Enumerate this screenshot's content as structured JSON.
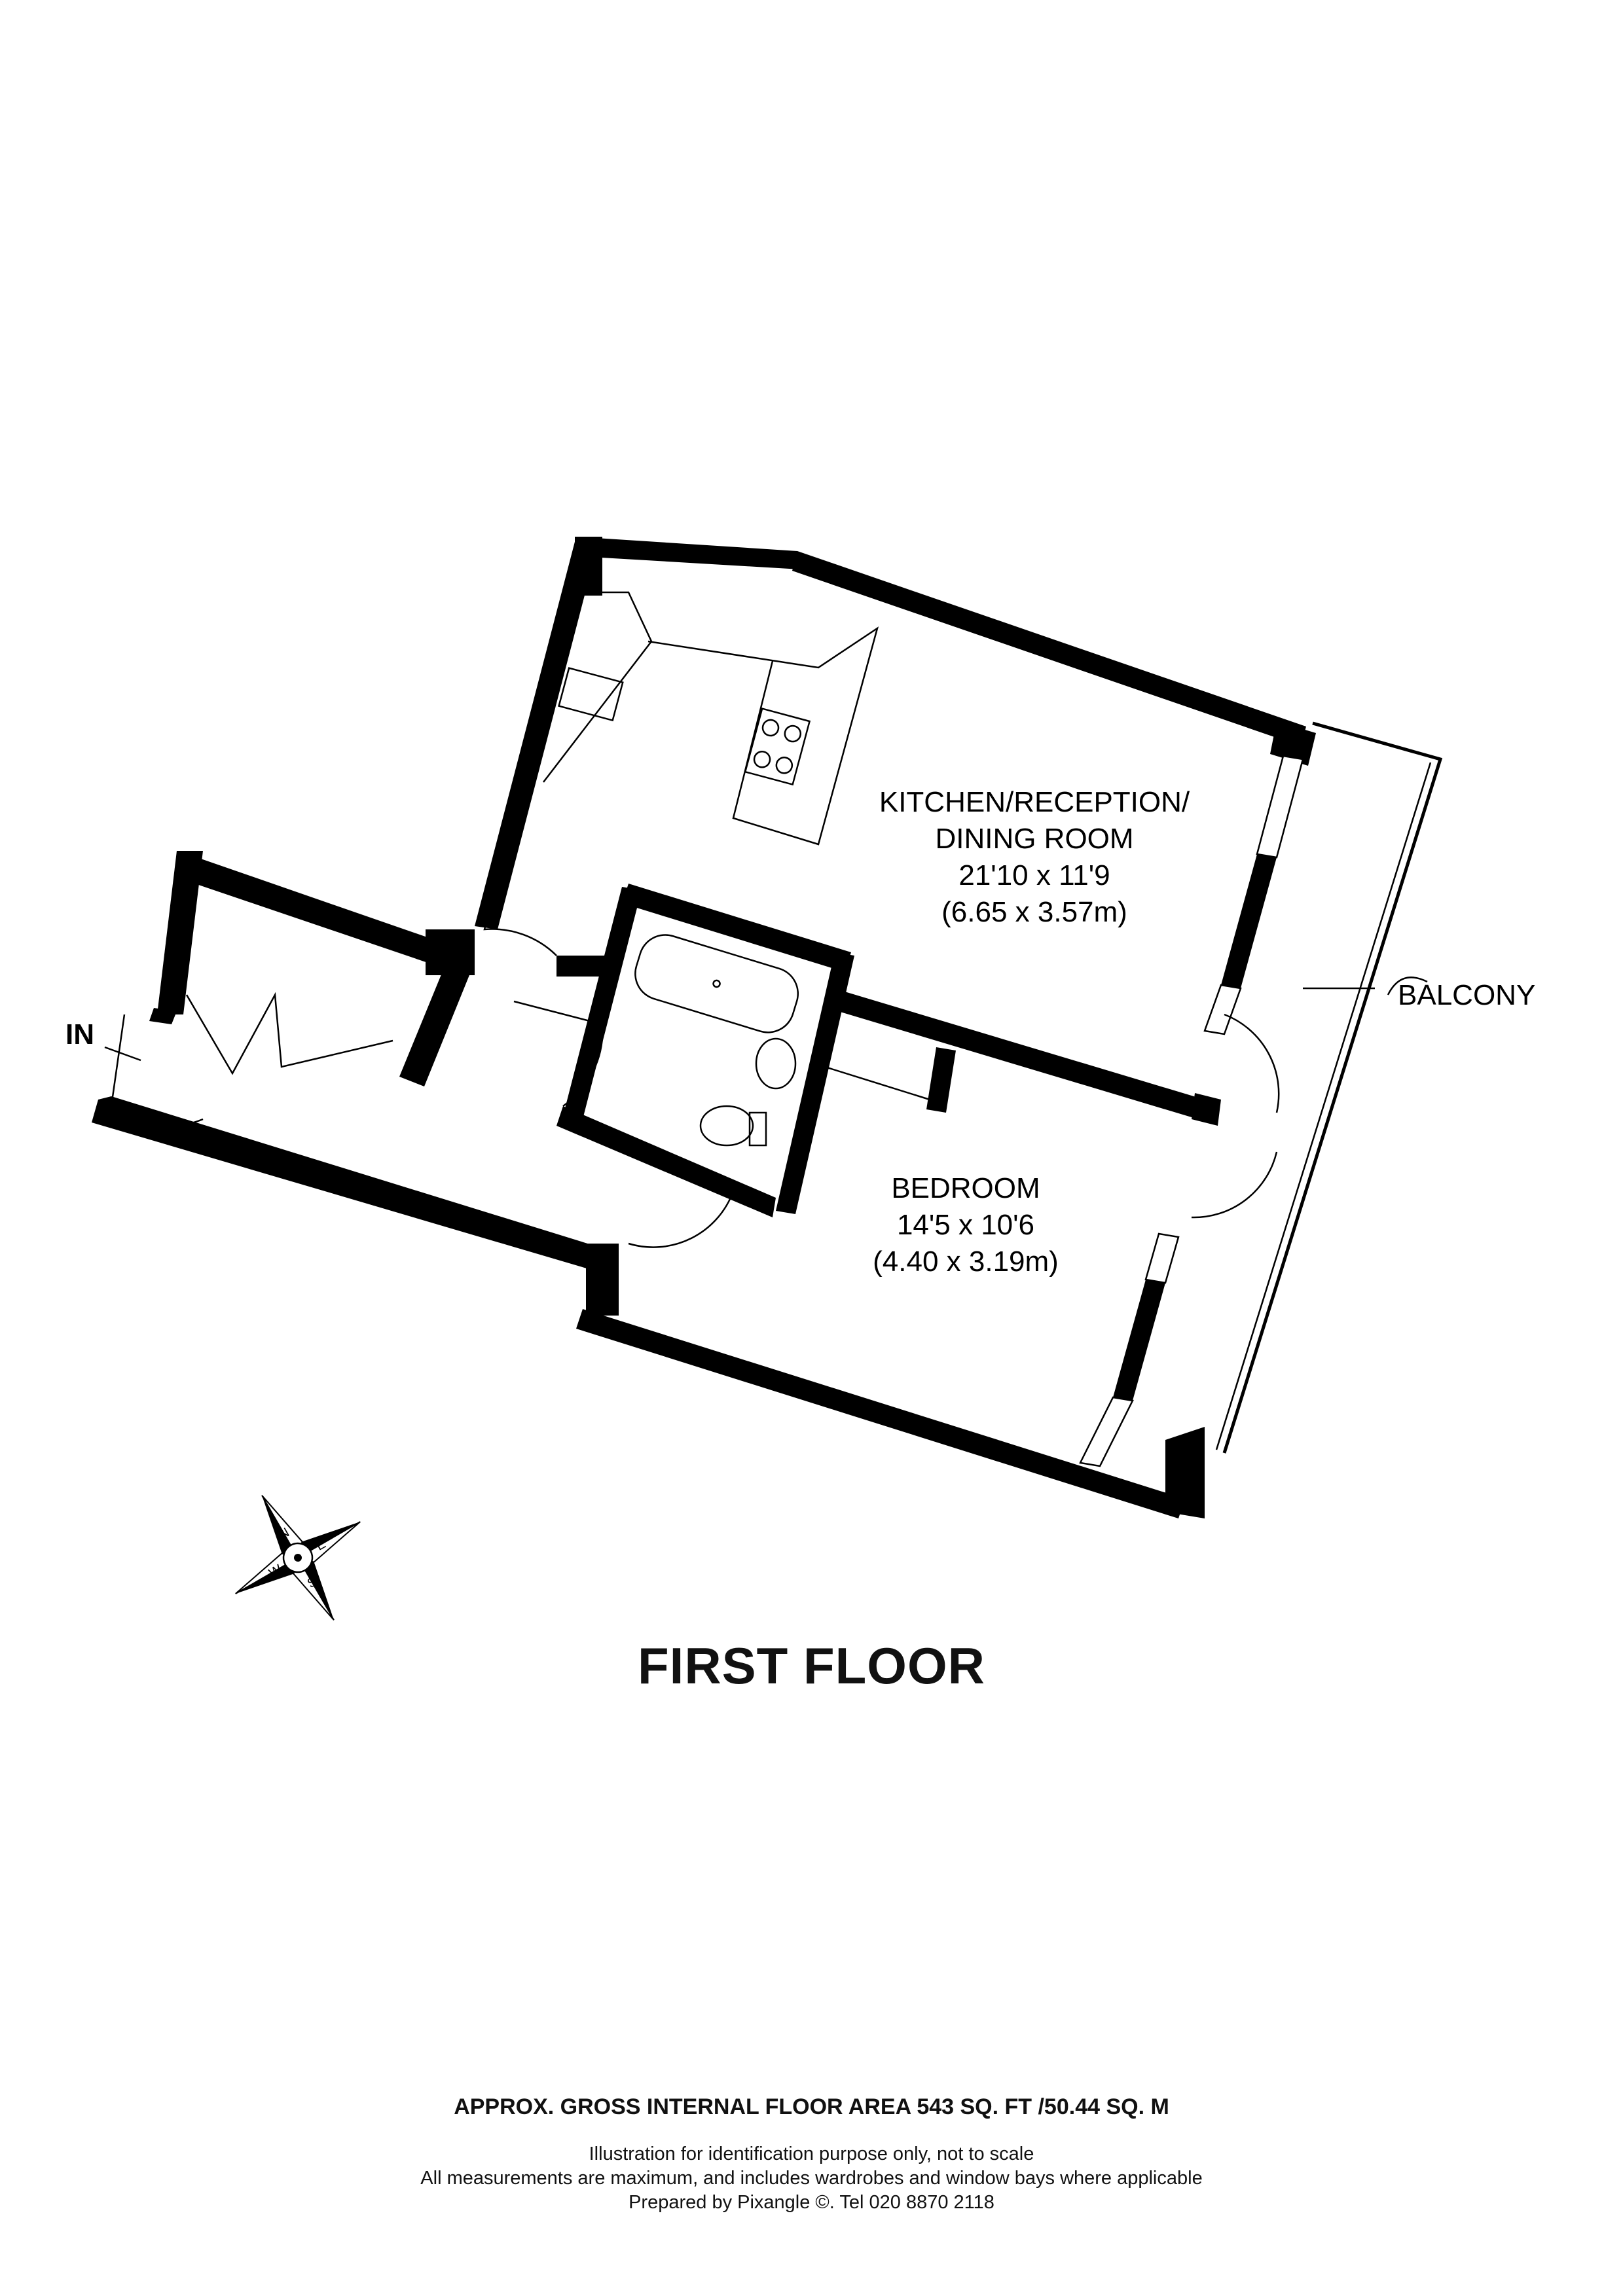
{
  "rooms": [
    {
      "name_l1": "KITCHEN/RECEPTION/",
      "name_l2": "DINING ROOM",
      "dim_imperial": "21'10 x 11'9",
      "dim_metric": "(6.65 x 3.57m)"
    },
    {
      "name_l1": "BEDROOM",
      "dim_imperial": "14'5 x 10'6",
      "dim_metric": "(4.40 x 3.19m)"
    }
  ],
  "labels": {
    "balcony": "BALCONY",
    "entrance": "IN"
  },
  "compass": {
    "n": "N",
    "e": "E",
    "s": "S",
    "w": "W"
  },
  "floor_title": "FIRST FLOOR",
  "area": "APPROX. GROSS INTERNAL FLOOR AREA  543 SQ. FT /50.44 SQ. M",
  "notes": [
    "Illustration for identification purpose only, not to scale",
    "All measurements are maximum, and includes wardrobes and window bays where applicable",
    "Prepared by Pixangle ©. Tel 020 8870 2118"
  ]
}
